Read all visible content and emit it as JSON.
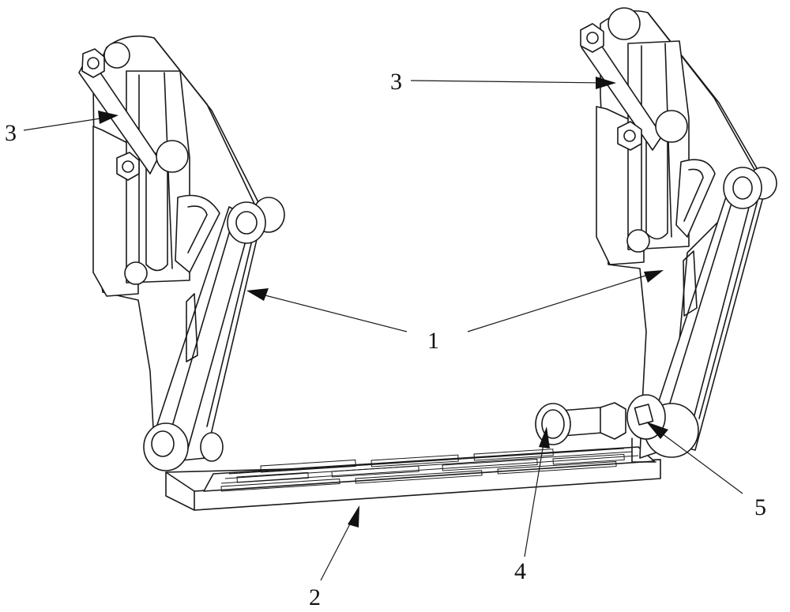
{
  "figure": {
    "labels": [
      {
        "id": "1",
        "text": "1"
      },
      {
        "id": "2",
        "text": "2"
      },
      {
        "id": "3a",
        "text": "3"
      },
      {
        "id": "3b",
        "text": "3"
      },
      {
        "id": "4",
        "text": "4"
      },
      {
        "id": "5",
        "text": "5"
      }
    ]
  }
}
